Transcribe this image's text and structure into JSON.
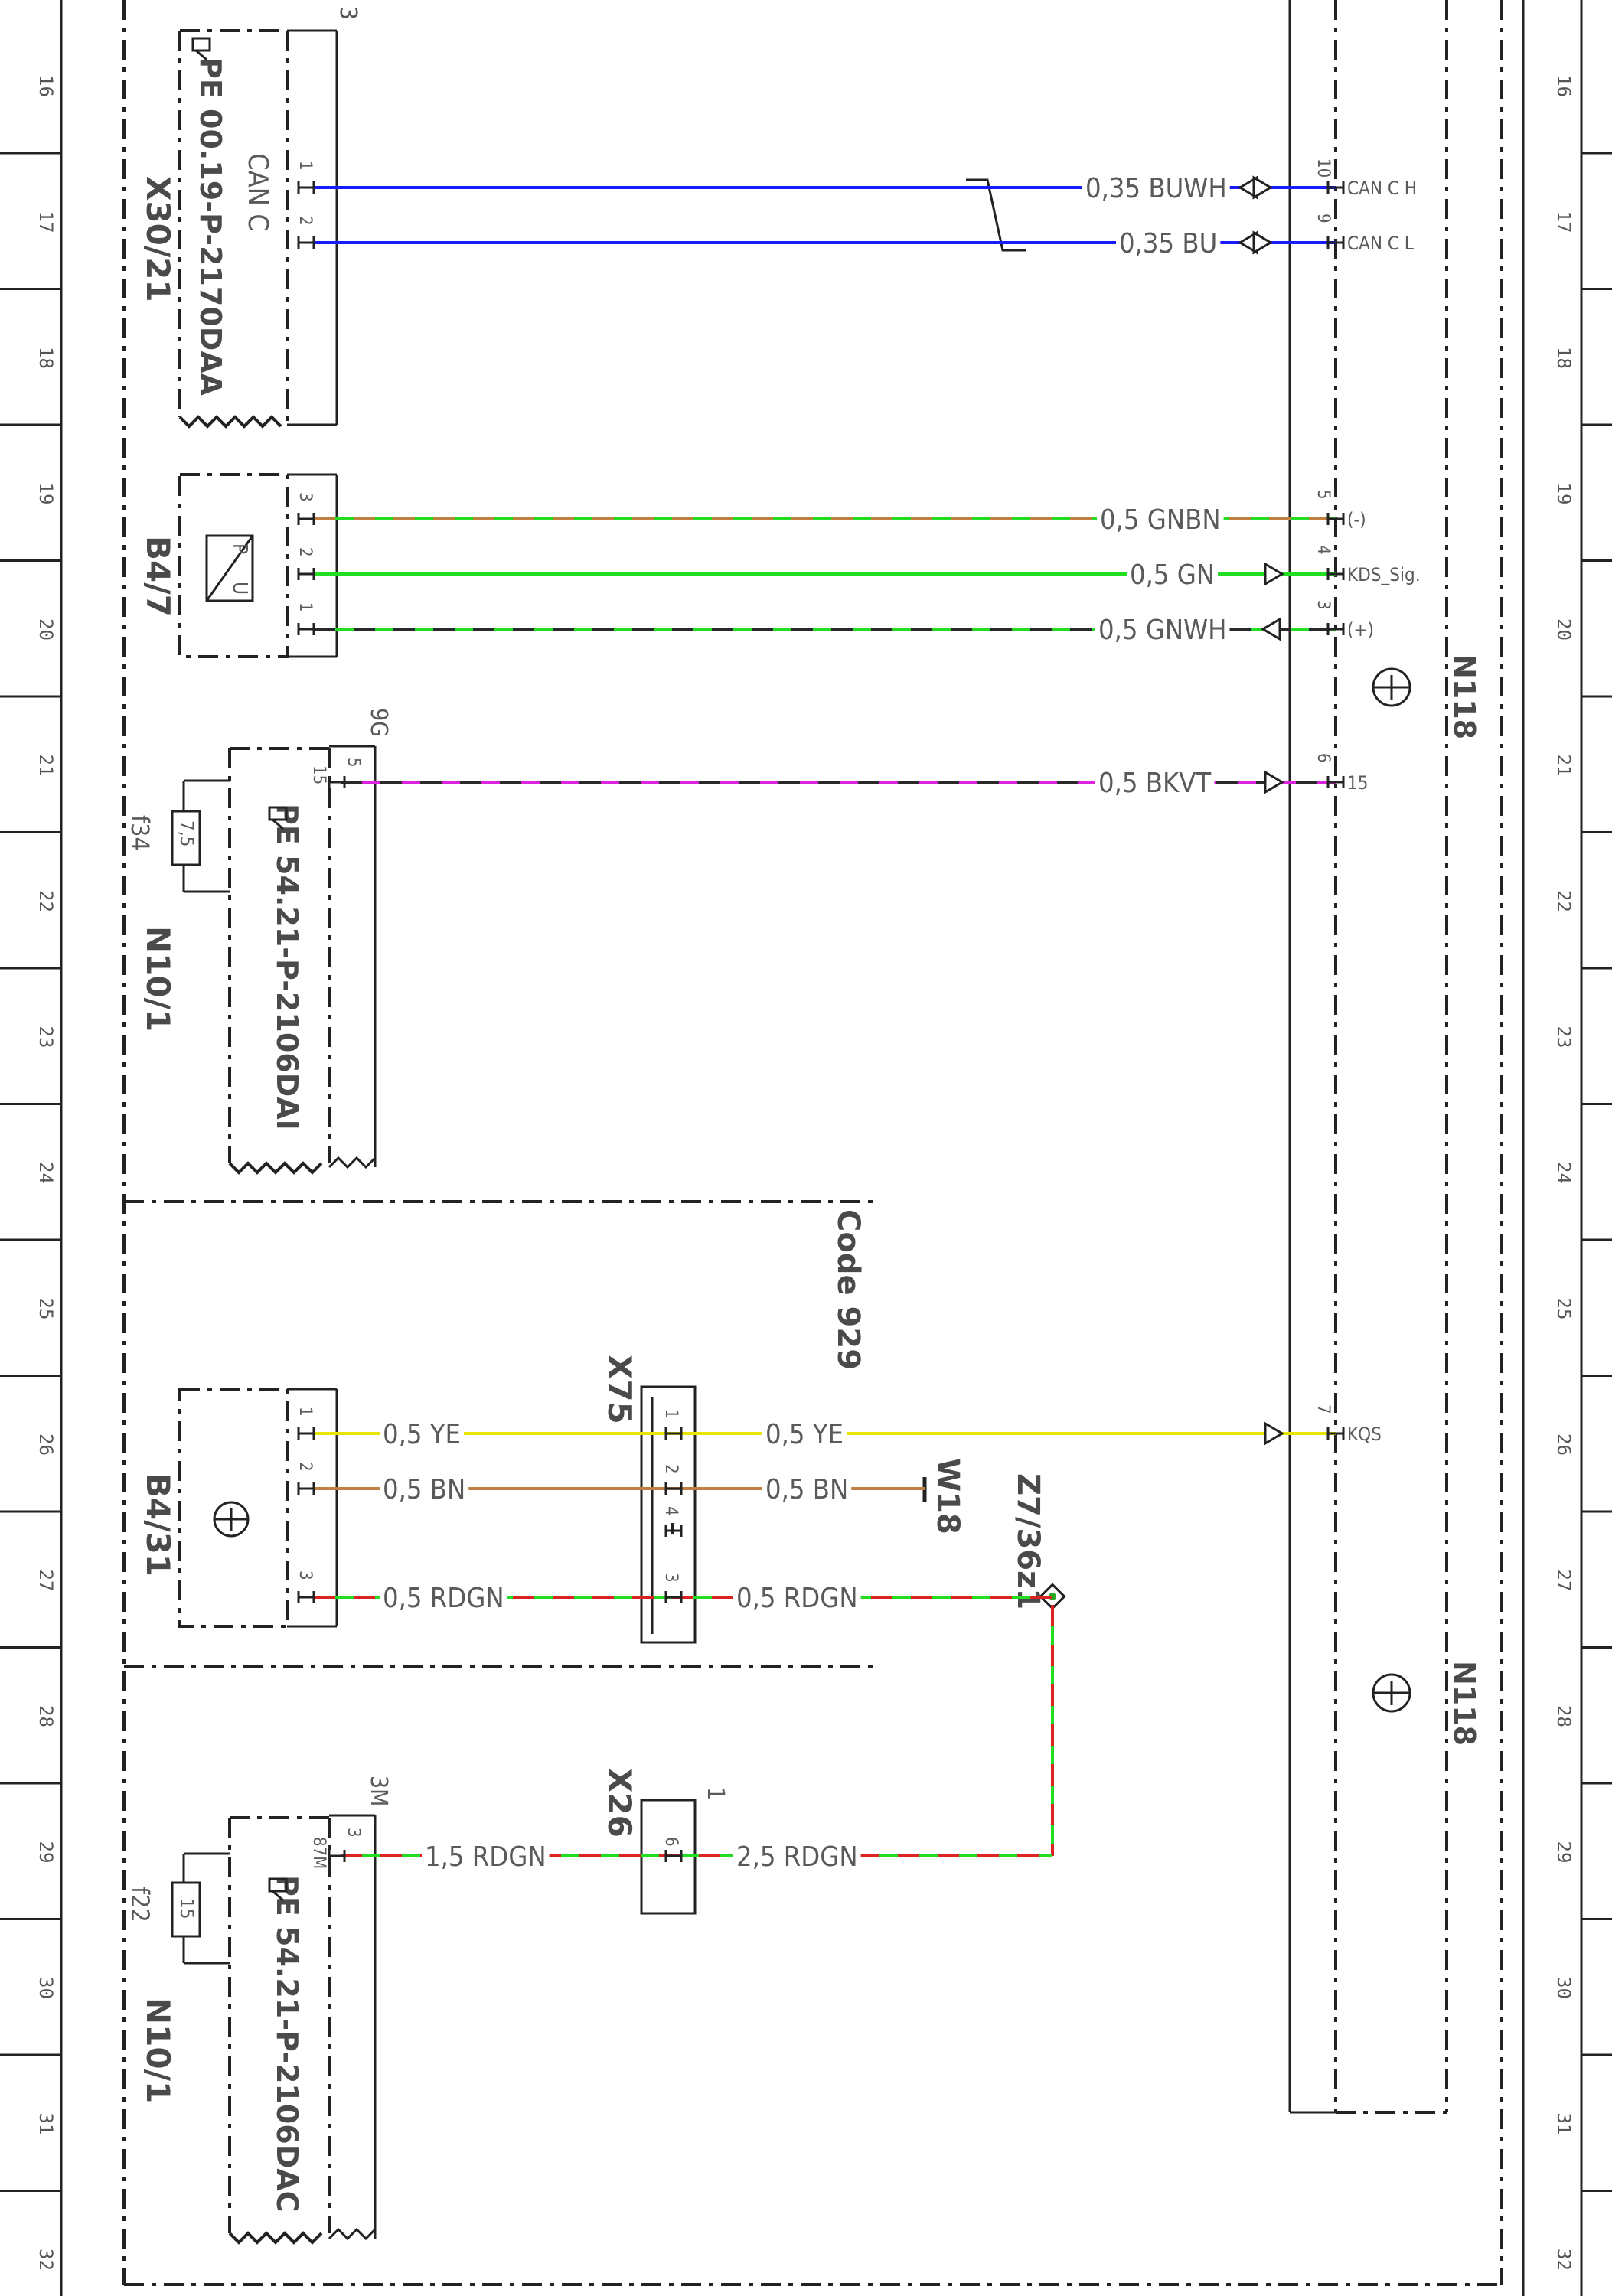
{
  "ruler": {
    "rows": [
      "16",
      "17",
      "18",
      "19",
      "20",
      "21",
      "22",
      "23",
      "24",
      "25",
      "26",
      "27",
      "28",
      "29",
      "30",
      "31",
      "32"
    ],
    "corner_mark": "3"
  },
  "components": {
    "x30_21": {
      "id": "X30/21",
      "ref": "PE 00.19-P-2170DAA",
      "name": "CAN C",
      "pins": [
        "1",
        "2"
      ]
    },
    "b4_7": {
      "id": "B4/7",
      "pins": [
        "3",
        "2",
        "1"
      ],
      "symbol_p": "P",
      "symbol_u": "U"
    },
    "n10_1_a": {
      "id": "N10/1",
      "ref": "PE 54.21-P-2106DAI",
      "fuse": "f34",
      "fuse_rating": "7,5",
      "pin": "15",
      "connector": "9G",
      "terminal": "5"
    },
    "n10_1_b": {
      "id": "N10/1",
      "ref": "PE 54.21-P-2106DAC",
      "fuse": "f22",
      "fuse_rating": "15",
      "pin": "87M",
      "connector": "3M",
      "terminal": "3"
    },
    "b4_31": {
      "id": "B4/31",
      "pins": [
        "1",
        "2",
        "3"
      ]
    },
    "x75": {
      "id": "X75",
      "pins": [
        "1",
        "2",
        "4",
        "3"
      ]
    },
    "x26": {
      "id": "X26",
      "pin": "6",
      "top": "1"
    },
    "w18": {
      "id": "W18"
    },
    "z7_36z1": {
      "id": "Z7/36z1"
    },
    "n118": {
      "id": "N118"
    },
    "code_box": {
      "label": "Code 929"
    }
  },
  "wires": [
    {
      "label": "0,35 BUWH",
      "colors": [
        "#1a1aff",
        "#1a1aff"
      ],
      "n118_pin": "10",
      "signal": "CAN C H"
    },
    {
      "label": "0,35 BU",
      "colors": [
        "#1a1aff",
        "#1a1aff"
      ],
      "n118_pin": "9",
      "signal": "CAN C L"
    },
    {
      "label": "0,5 GNBN",
      "colors": [
        "#22dd22",
        "#c08040"
      ],
      "n118_pin": "5",
      "signal": "(-)"
    },
    {
      "label": "0,5 GN",
      "colors": [
        "#22dd22",
        "#22dd22"
      ],
      "n118_pin": "4",
      "signal": "KDS_Sig."
    },
    {
      "label": "0,5 GNWH",
      "colors": [
        "#22dd22",
        "#2a2a2a"
      ],
      "n118_pin": "3",
      "signal": "(+)"
    },
    {
      "label": "0,5 BKVT",
      "colors": [
        "#dd22dd",
        "#2a2a2a"
      ],
      "n118_pin": "6",
      "signal": "15"
    },
    {
      "label": "0,5 YE",
      "colors": [
        "#e6e600",
        "#e6e600"
      ],
      "n118_pin": "7",
      "signal": "KQS"
    },
    {
      "label": "0,5 BN",
      "colors": [
        "#c08040",
        "#c08040"
      ]
    },
    {
      "label": "0,5 RDGN",
      "colors": [
        "#22dd22",
        "#dd2222"
      ]
    },
    {
      "label": "1,5 RDGN",
      "colors": [
        "#22dd22",
        "#dd2222"
      ]
    },
    {
      "label": "2,5 RDGN",
      "colors": [
        "#22dd22",
        "#dd2222"
      ]
    }
  ]
}
